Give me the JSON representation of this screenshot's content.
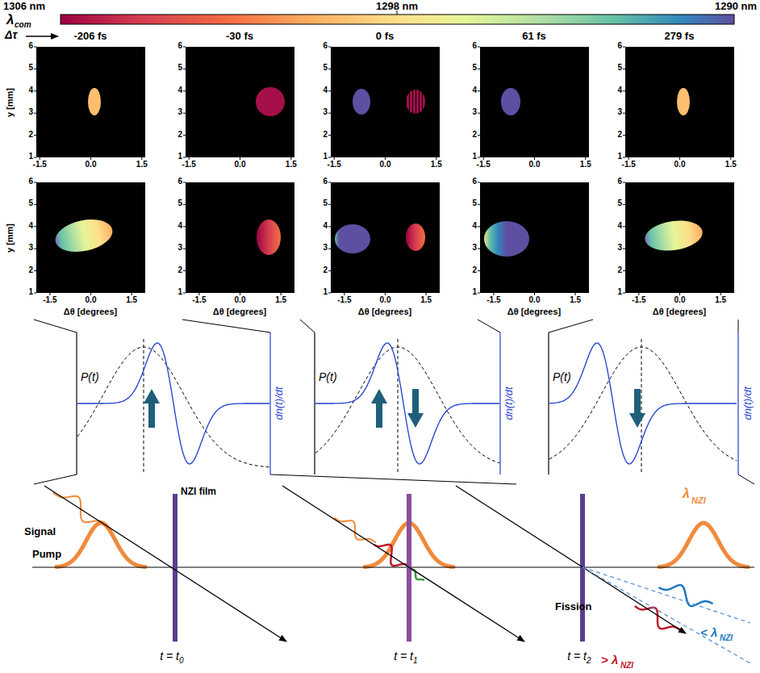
{
  "diagram": {
    "labels": [
      "1306 nm",
      "1298 nm",
      "1290 nm",
      "λ",
      "com",
      "Δτ",
      "-206 fs",
      "-30 fs",
      "0 fs",
      "61 fs",
      "279 fs",
      "y [mm]",
      "y [mm]",
      "Δθ [degrees]",
      "Δθ [degrees]",
      "Δθ [degrees]",
      "Δθ [degrees]",
      "Δθ [degrees]",
      "P(t)",
      "P(t)",
      "P(t)",
      "dn(t)/dt",
      "dn(t)/dt",
      "dn(t)/dt",
      "NZI film",
      "Signal",
      "Pump",
      "Fission",
      "λ",
      "NZI",
      "< λ",
      "NZI",
      "> λ",
      "NZI",
      "t = t",
      "0",
      "t = t",
      "1",
      "t = t",
      "2",
      "1",
      "2",
      "3",
      "4",
      "5",
      "6",
      "-1.5",
      "0.0",
      "1.5",
      "1",
      "2",
      "3",
      "4",
      "5",
      "6",
      "-1.5",
      "0.0",
      "1.5",
      "1",
      "2",
      "3",
      "4",
      "5",
      "6",
      "-1.5",
      "0.0",
      "1.5",
      "1",
      "2",
      "3",
      "4",
      "5",
      "6",
      "-1.5",
      "0.0",
      "1.5",
      "1",
      "2",
      "3",
      "4",
      "5",
      "6",
      "-1.5",
      "0.0",
      "1.5",
      "1",
      "2",
      "3",
      "4",
      "5",
      "6",
      "-1.5",
      "0.0",
      "1.5",
      "1",
      "2",
      "3",
      "4",
      "5",
      "6",
      "-1.5",
      "0.0",
      "1.5",
      "1",
      "2",
      "3",
      "4",
      "5",
      "6",
      "-1.5",
      "0.0",
      "1.5",
      "1",
      "2",
      "3",
      "4",
      "5",
      "6",
      "-1.5",
      "0.0",
      "1.5",
      "1",
      "2",
      "3",
      "4",
      "5",
      "6",
      "-1.5",
      "0.0",
      "1.5"
    ]
  }
}
